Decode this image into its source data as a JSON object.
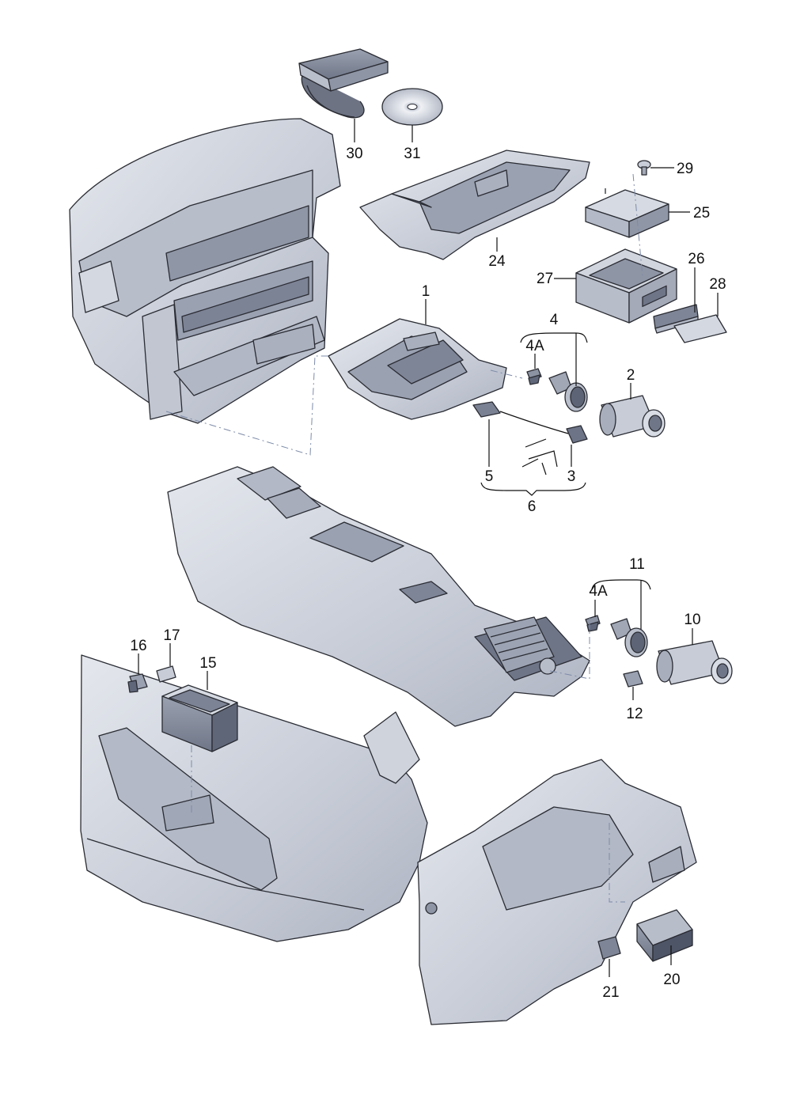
{
  "diagram": {
    "labels": {
      "p1": "1",
      "p2": "2",
      "p3": "3",
      "p4": "4",
      "p4a_top": "4A",
      "p5": "5",
      "p6": "6",
      "p10": "10",
      "p11": "11",
      "p4a_bottom": "4A",
      "p12": "12",
      "p15": "15",
      "p16": "16",
      "p17": "17",
      "p20": "20",
      "p21": "21",
      "p24": "24",
      "p25": "25",
      "p26": "26",
      "p27": "27",
      "p28": "28",
      "p29": "29",
      "p30": "30",
      "p31": "31"
    },
    "colors": {
      "panel": "#c9ced8",
      "panel_light": "#dde1e8",
      "panel_dark": "#a9afbd",
      "shadow": "#8c93a3",
      "outline": "#2a2c33",
      "dash": "#7d8ba8"
    }
  }
}
